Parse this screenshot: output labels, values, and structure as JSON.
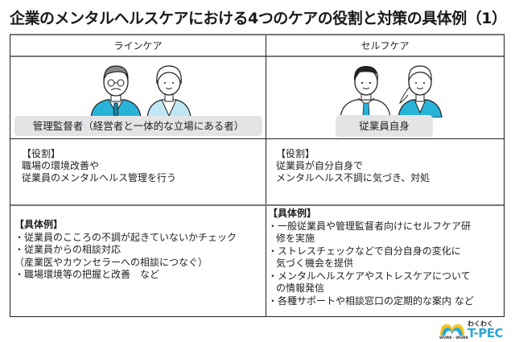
{
  "title": "企業のメンタルヘルスケアにおける4つのケアの役割と対策の具体例（1）",
  "columns": [
    {
      "header": "ラインケア",
      "illustration": "manager-and-executive-figures",
      "label": "管理監督者（経営者と一体的な立場にある者）",
      "role": {
        "heading": "【役割】",
        "lines": [
          "職場の環境改善や",
          "従業員のメンタルヘルス管理を行う"
        ]
      },
      "examples": {
        "heading": "【具体例】",
        "items": [
          {
            "text": "・従業員のこころの不調が起きていないかチェック"
          },
          {
            "text": "・従業員からの相談対応"
          },
          {
            "text": "（産業医やカウンセラーへの相談につなぐ）"
          },
          {
            "text": "・職場環境等の把握と改善　など"
          }
        ]
      }
    },
    {
      "header": "セルフケア",
      "illustration": "employee-figures",
      "label": "従業員自身",
      "role": {
        "heading": "【役割】",
        "lines": [
          "従業員が自分自身で",
          "メンタルヘルス不調に気づき、対処"
        ]
      },
      "examples": {
        "heading": "【具体例】",
        "items": [
          {
            "text": "・一般従業員や管理監督者向けにセルフケア研",
            "cont": "修を実施"
          },
          {
            "text": "・ストレスチェックなどで自分自身の変化に",
            "cont": "気づく機会を提供"
          },
          {
            "text": "・メンタルヘルスケアやストレスケアについて",
            "cont": "の情報発信"
          },
          {
            "text": "・各種サポートや相談窓口の定期的な案内 など"
          }
        ]
      }
    }
  ],
  "logo": {
    "small_text": "わくわく",
    "main_text": "T-PEC",
    "sub_text": "WORK・WORK",
    "colors": {
      "blue": "#2ea6d8",
      "yellow": "#f5c518"
    }
  },
  "colors": {
    "accent_blue": "#29b3d9",
    "label_bg": "#e4e4e6",
    "border": "#222222"
  }
}
